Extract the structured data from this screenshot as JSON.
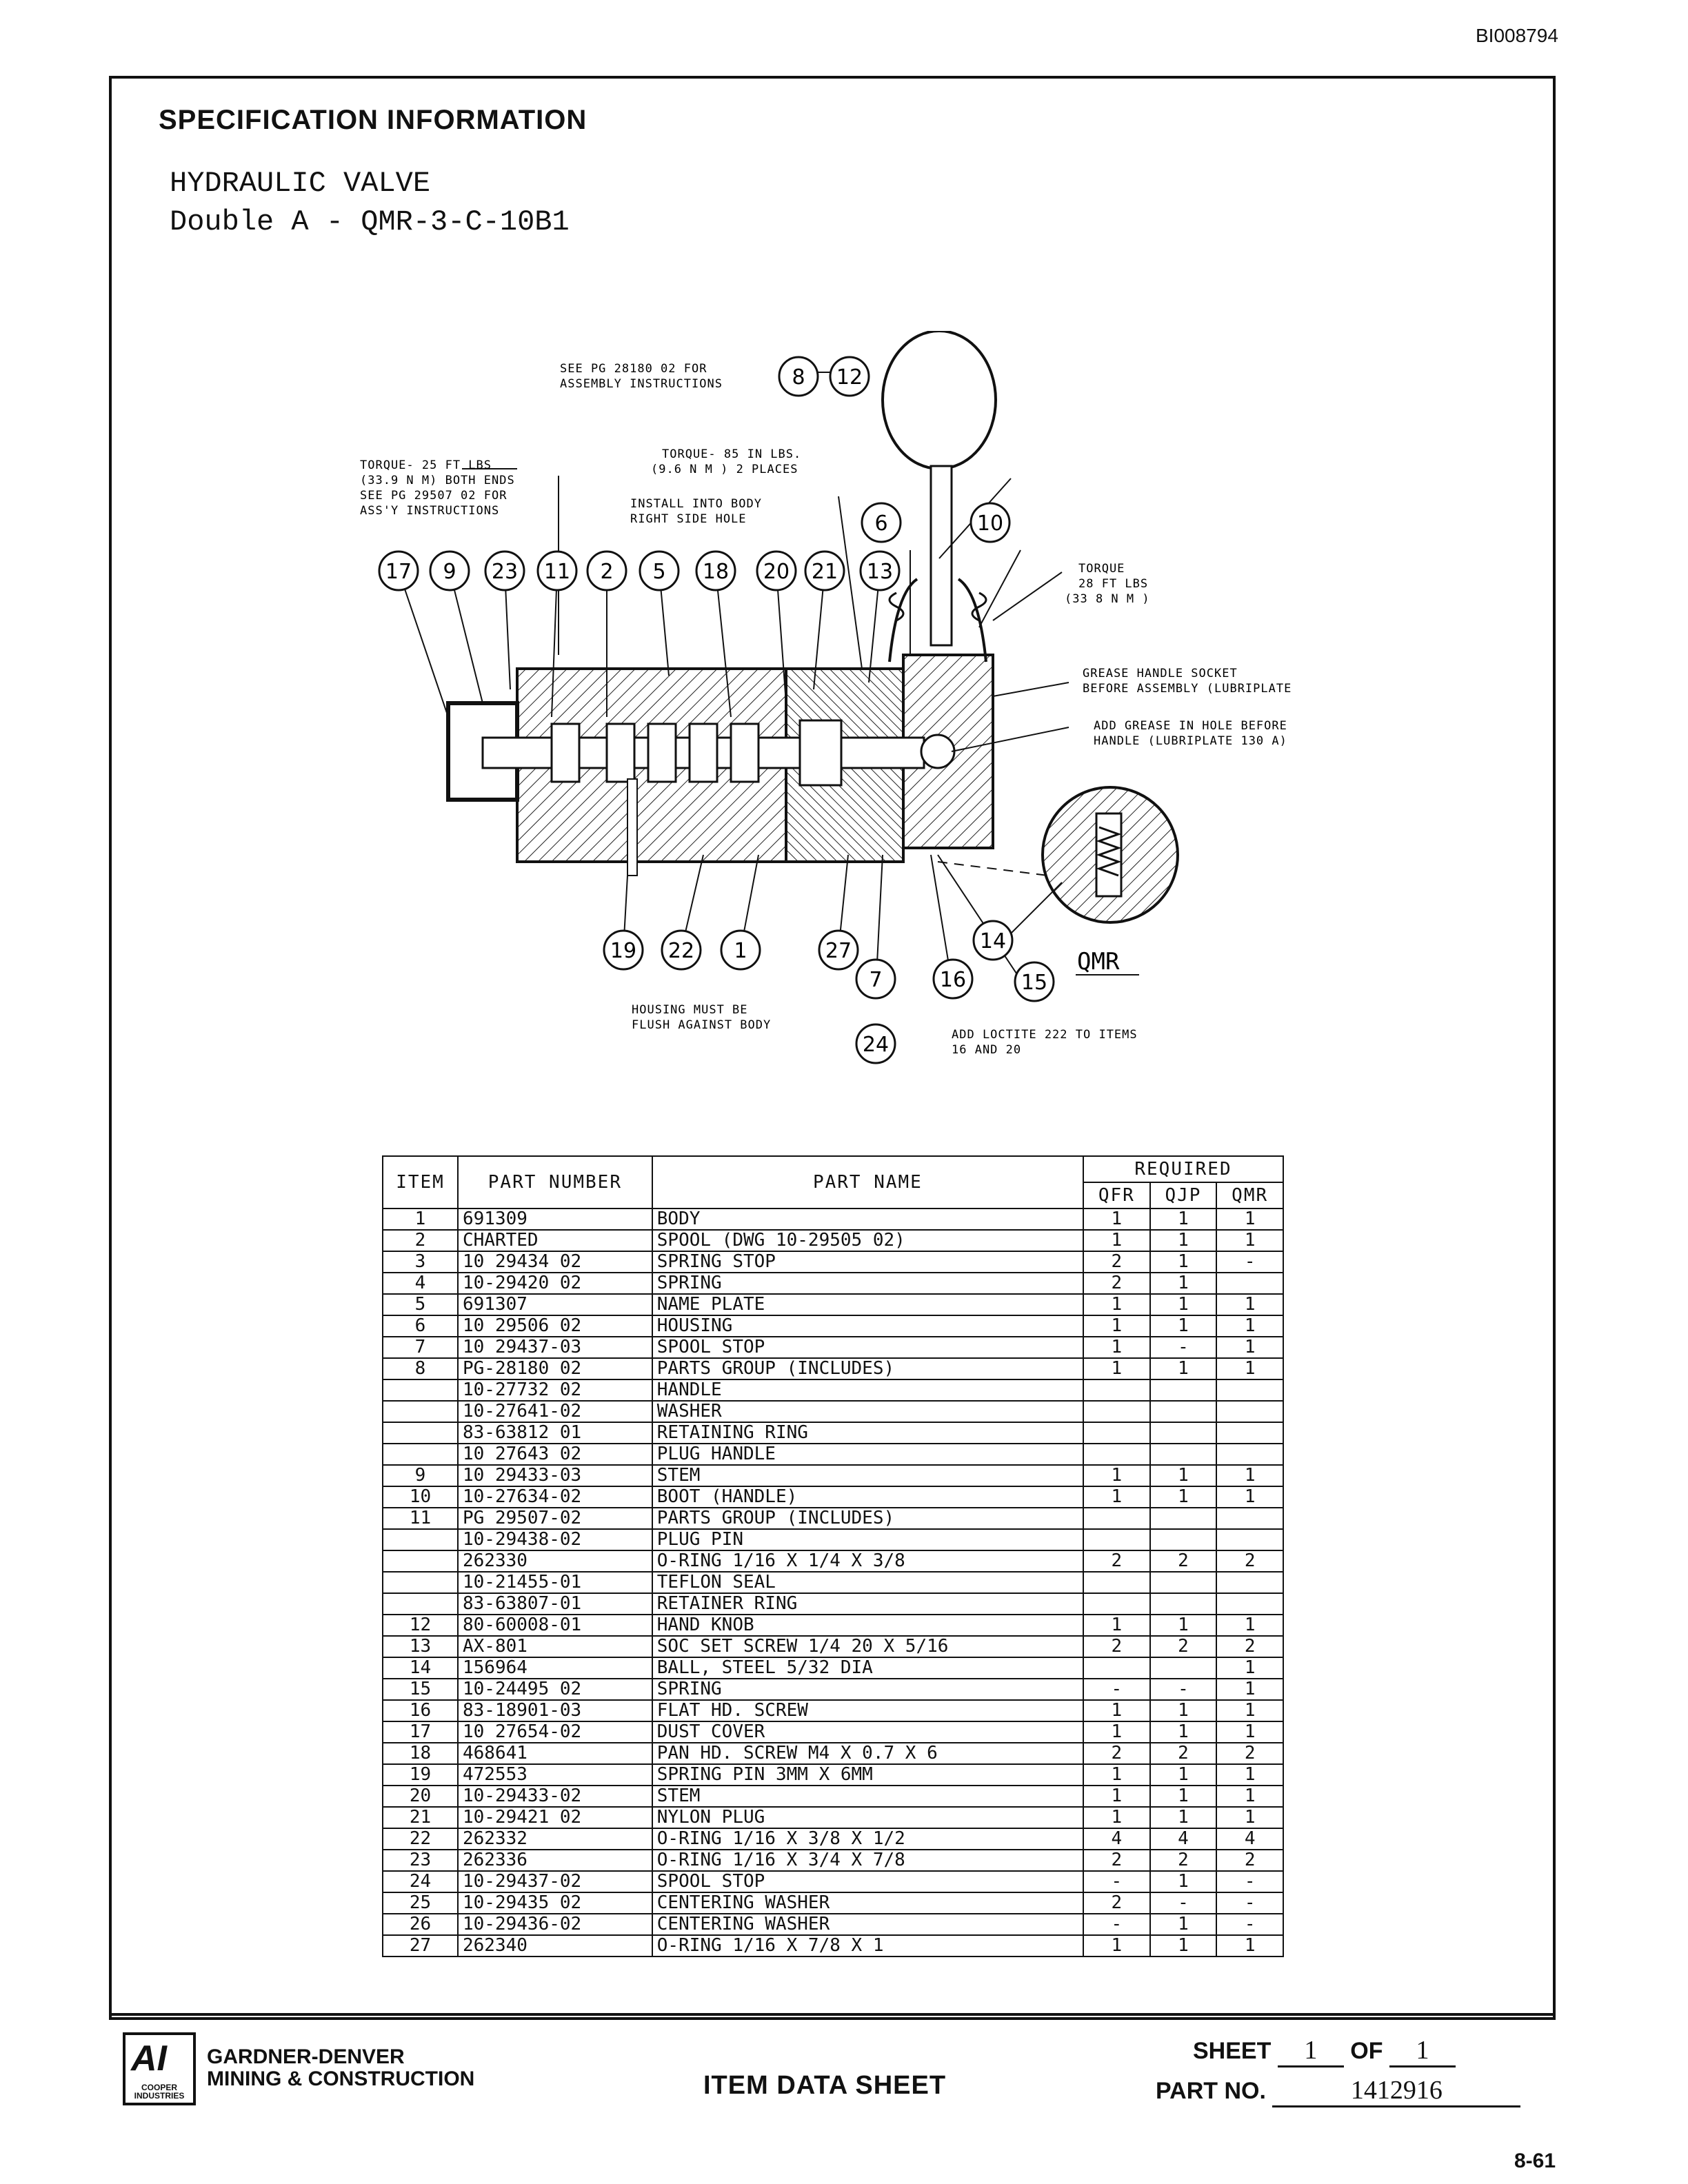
{
  "doc_id": "BI008794",
  "heading": "SPECIFICATION INFORMATION",
  "valve": {
    "line1": "HYDRAULIC VALVE",
    "line2": "Double A - QMR-3-C-10B1"
  },
  "drawing": {
    "notes": {
      "assembly": [
        "SEE PG 28180 02 FOR",
        "ASSEMBLY INSTRUCTIONS"
      ],
      "torque25": [
        "TORQUE- 25 FT LBS",
        "(33.9 N M) BOTH ENDS",
        "SEE PG 29507 02 FOR",
        "ASS'Y INSTRUCTIONS"
      ],
      "torque85": [
        "TORQUE- 85 IN LBS.",
        "(9.6 N M ) 2 PLACES"
      ],
      "install": [
        "INSTALL INTO BODY",
        "RIGHT SIDE HOLE"
      ],
      "torque28": [
        "TORQUE",
        "28 FT LBS",
        "(33 8 N M )"
      ],
      "grease_socket": [
        "GREASE HANDLE SOCKET",
        "BEFORE ASSEMBLY (LUBRIPLATE"
      ],
      "grease_hole": [
        "ADD GREASE IN HOLE BEFORE",
        "HANDLE (LUBRIPLATE 130 A)"
      ],
      "housing": [
        "HOUSING MUST BE",
        "FLUSH AGAINST BODY"
      ],
      "loctite": [
        "ADD LOCTITE 222 TO ITEMS",
        "16 AND 20"
      ],
      "qmr": "QMR"
    },
    "balloons": [
      "8",
      "12",
      "6",
      "10",
      "17",
      "9",
      "23",
      "11",
      "2",
      "5",
      "18",
      "20",
      "21",
      "13",
      "19",
      "22",
      "1",
      "27",
      "14",
      "7",
      "16",
      "15",
      "24"
    ]
  },
  "table": {
    "headers": {
      "item": "ITEM",
      "part_number": "PART NUMBER",
      "part_name": "PART NAME",
      "required": "REQUIRED",
      "qfr": "QFR",
      "qjp": "QJP",
      "qmr": "QMR"
    },
    "rows": [
      {
        "item": "1",
        "pn": "691309",
        "name": "BODY",
        "qfr": "1",
        "qjp": "1",
        "qmr": "1"
      },
      {
        "item": "2",
        "pn": "CHARTED",
        "name": "SPOOL (DWG 10-29505 02)",
        "qfr": "1",
        "qjp": "1",
        "qmr": "1"
      },
      {
        "item": "3",
        "pn": "10 29434 02",
        "name": "SPRING STOP",
        "qfr": "2",
        "qjp": "1",
        "qmr": "-"
      },
      {
        "item": "4",
        "pn": "10-29420 02",
        "name": "SPRING",
        "qfr": "2",
        "qjp": "1",
        "qmr": ""
      },
      {
        "item": "5",
        "pn": "691307",
        "name": "NAME PLATE",
        "qfr": "1",
        "qjp": "1",
        "qmr": "1"
      },
      {
        "item": "6",
        "pn": "10 29506 02",
        "name": "HOUSING",
        "qfr": "1",
        "qjp": "1",
        "qmr": "1"
      },
      {
        "item": "7",
        "pn": "10 29437-03",
        "name": "SPOOL STOP",
        "qfr": "1",
        "qjp": "-",
        "qmr": "1"
      },
      {
        "item": "8",
        "pn": "PG-28180 02",
        "name": "PARTS GROUP (INCLUDES)",
        "qfr": "1",
        "qjp": "1",
        "qmr": "1"
      },
      {
        "item": "",
        "pn": "10-27732 02",
        "name": "HANDLE",
        "qfr": "",
        "qjp": "",
        "qmr": ""
      },
      {
        "item": "",
        "pn": "10-27641-02",
        "name": "WASHER",
        "qfr": "",
        "qjp": "",
        "qmr": ""
      },
      {
        "item": "",
        "pn": "83-63812 01",
        "name": "RETAINING RING",
        "qfr": "",
        "qjp": "",
        "qmr": ""
      },
      {
        "item": "",
        "pn": "10 27643 02",
        "name": "PLUG HANDLE",
        "qfr": "",
        "qjp": "",
        "qmr": ""
      },
      {
        "item": "9",
        "pn": "10 29433-03",
        "name": "STEM",
        "qfr": "1",
        "qjp": "1",
        "qmr": "1"
      },
      {
        "item": "10",
        "pn": "10-27634-02",
        "name": "BOOT (HANDLE)",
        "qfr": "1",
        "qjp": "1",
        "qmr": "1"
      },
      {
        "item": "11",
        "pn": "PG 29507-02",
        "name": "PARTS GROUP (INCLUDES)",
        "qfr": "",
        "qjp": "",
        "qmr": ""
      },
      {
        "item": "",
        "pn": "10-29438-02",
        "name": "PLUG PIN",
        "qfr": "",
        "qjp": "",
        "qmr": ""
      },
      {
        "item": "",
        "pn": "262330",
        "name": "O-RING 1/16 X 1/4 X 3/8",
        "qfr": "2",
        "qjp": "2",
        "qmr": "2"
      },
      {
        "item": "",
        "pn": "10-21455-01",
        "name": "TEFLON SEAL",
        "qfr": "",
        "qjp": "",
        "qmr": ""
      },
      {
        "item": "",
        "pn": "83-63807-01",
        "name": "RETAINER RING",
        "qfr": "",
        "qjp": "",
        "qmr": ""
      },
      {
        "item": "12",
        "pn": "80-60008-01",
        "name": "HAND KNOB",
        "qfr": "1",
        "qjp": "1",
        "qmr": "1"
      },
      {
        "item": "13",
        "pn": "AX-801",
        "name": "SOC SET SCREW 1/4 20 X 5/16",
        "qfr": "2",
        "qjp": "2",
        "qmr": "2"
      },
      {
        "item": "14",
        "pn": "156964",
        "name": "BALL, STEEL 5/32 DIA",
        "qfr": "",
        "qjp": "",
        "qmr": "1"
      },
      {
        "item": "15",
        "pn": "10-24495 02",
        "name": "SPRING",
        "qfr": "-",
        "qjp": "-",
        "qmr": "1"
      },
      {
        "item": "16",
        "pn": "83-18901-03",
        "name": "FLAT HD. SCREW",
        "qfr": "1",
        "qjp": "1",
        "qmr": "1"
      },
      {
        "item": "17",
        "pn": "10 27654-02",
        "name": "DUST COVER",
        "qfr": "1",
        "qjp": "1",
        "qmr": "1"
      },
      {
        "item": "18",
        "pn": "468641",
        "name": "PAN HD. SCREW M4 X 0.7 X 6",
        "qfr": "2",
        "qjp": "2",
        "qmr": "2"
      },
      {
        "item": "19",
        "pn": "472553",
        "name": "SPRING PIN 3MM X 6MM",
        "qfr": "1",
        "qjp": "1",
        "qmr": "1"
      },
      {
        "item": "20",
        "pn": "10-29433-02",
        "name": "STEM",
        "qfr": "1",
        "qjp": "1",
        "qmr": "1"
      },
      {
        "item": "21",
        "pn": "10-29421 02",
        "name": "NYLON PLUG",
        "qfr": "1",
        "qjp": "1",
        "qmr": "1"
      },
      {
        "item": "22",
        "pn": "262332",
        "name": "O-RING 1/16 X 3/8 X 1/2",
        "qfr": "4",
        "qjp": "4",
        "qmr": "4"
      },
      {
        "item": "23",
        "pn": "262336",
        "name": "O-RING 1/16 X 3/4 X 7/8",
        "qfr": "2",
        "qjp": "2",
        "qmr": "2"
      },
      {
        "item": "24",
        "pn": "10-29437-02",
        "name": "SPOOL STOP",
        "qfr": "-",
        "qjp": "1",
        "qmr": "-"
      },
      {
        "item": "25",
        "pn": "10-29435 02",
        "name": "CENTERING WASHER",
        "qfr": "2",
        "qjp": "-",
        "qmr": "-"
      },
      {
        "item": "26",
        "pn": "10-29436-02",
        "name": "CENTERING WASHER",
        "qfr": "-",
        "qjp": "1",
        "qmr": "-"
      },
      {
        "item": "27",
        "pn": "262340",
        "name": "O-RING 1/16 X 7/8 X 1",
        "qfr": "1",
        "qjp": "1",
        "qmr": "1"
      }
    ]
  },
  "footer": {
    "logo_mark": "AI",
    "logo_sub": "COOPER INDUSTRIES",
    "company_line1": "GARDNER-DENVER",
    "company_line2": "MINING & CONSTRUCTION",
    "title": "ITEM DATA SHEET",
    "sheet_label": "SHEET",
    "sheet_value": "1",
    "of_label": "OF",
    "of_value": "1",
    "part_no_label": "PART NO.",
    "part_no_value": "1412916",
    "page": "8-61"
  }
}
